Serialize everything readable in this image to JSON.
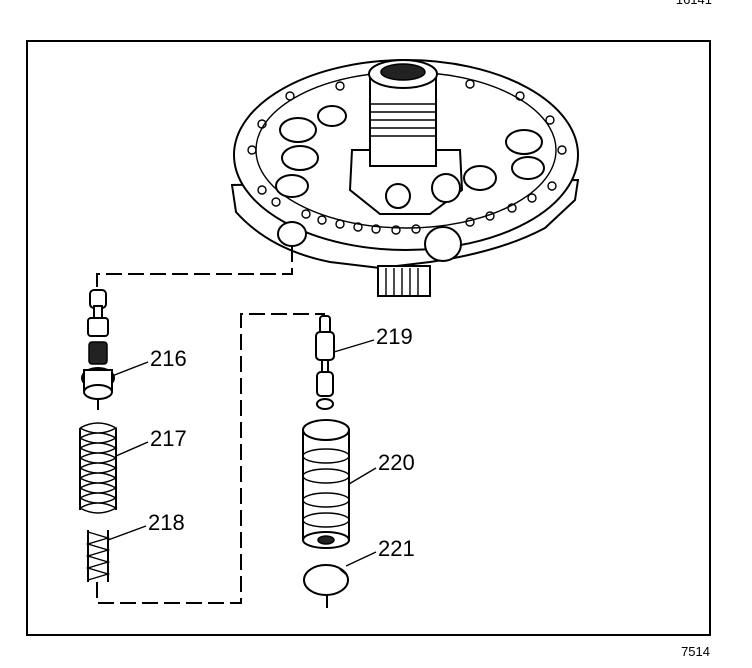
{
  "figure_ref_top": "16141",
  "figure_ref_bottom": "7514",
  "callouts": [
    "216",
    "217",
    "218",
    "219",
    "220",
    "221"
  ]
}
